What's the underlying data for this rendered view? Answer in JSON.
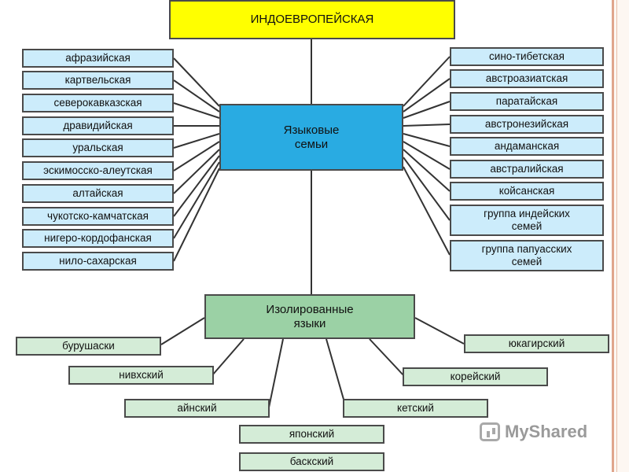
{
  "title": "ИНДОЕВРОПЕЙСКАЯ",
  "center": "Языковые\nсемьи",
  "left_families": [
    "афразийская",
    "картвельская",
    "северокавказская",
    "дравидийская",
    "уральская",
    "эскимосско-алеутская",
    "алтайская",
    "чукотско-камчатская",
    "нигеро-кордофанская",
    "нило-сахарская"
  ],
  "right_families": [
    "сино-тибетская",
    "австроазиатская",
    "паратайская",
    "австронезийская",
    "андаманская",
    "австралийская",
    "койсанская",
    "группа индейских\nсемей",
    "группа папуасских\nсемей"
  ],
  "isolated": {
    "title": "Изолированные\nязыки",
    "languages": [
      "бурушаски",
      "юкагирский",
      "нивхский",
      "корейский",
      "айнский",
      "кетский",
      "японский",
      "баскский"
    ]
  },
  "colors": {
    "title_box": "#ffff00",
    "center_box": "#29abe2",
    "family_box": "#ccecfb",
    "isolated_box": "#9bd1a5",
    "isolated_item": "#d4ecd7"
  },
  "watermark": "MyShared"
}
